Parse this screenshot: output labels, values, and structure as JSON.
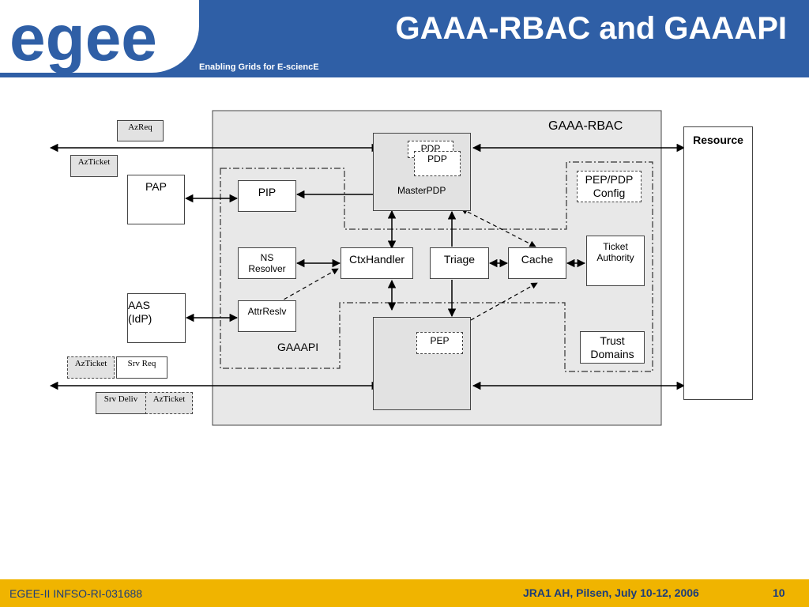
{
  "header": {
    "logo_text": "egee",
    "title": "GAAA-RBAC and GAAAPI",
    "tagline": "Enabling Grids for E-sciencE"
  },
  "footer": {
    "left": "EGEE-II INFSO-RI-031688",
    "event": "JRA1 AH, Pilsen, July 10-12, 2006",
    "page": "10"
  },
  "diagram": {
    "container_label": "GAAA-RBAC",
    "gaaapi_label": "GAAAPI",
    "resource_label": "Resource",
    "nodes": {
      "azreq": "AzReq",
      "azticket_top": "AzTicket",
      "pap": "PAP",
      "aas": [
        "AAS",
        "(IdP)"
      ],
      "azticket_mid": "AzTicket",
      "srv_req": "Srv Req",
      "srv_deliv": "Srv Deliv",
      "azticket_bottom": "AzTicket",
      "pip": "PIP",
      "ns_resolver": [
        "NS",
        "Resolver"
      ],
      "attr_reslv": "AttrReslv",
      "ctx_handler": "CtxHandler",
      "triage": "Triage",
      "cache": "Cache",
      "master_pdp": "MasterPDP",
      "pdp_back": "PDP",
      "pdp_front": "PDP",
      "pep": "PEP",
      "pep_pdp_config": [
        "PEP/PDP",
        "Config"
      ],
      "ticket_authority": [
        "Ticket",
        "Authority"
      ],
      "trust_domains": [
        "Trust",
        "Domains"
      ]
    }
  }
}
